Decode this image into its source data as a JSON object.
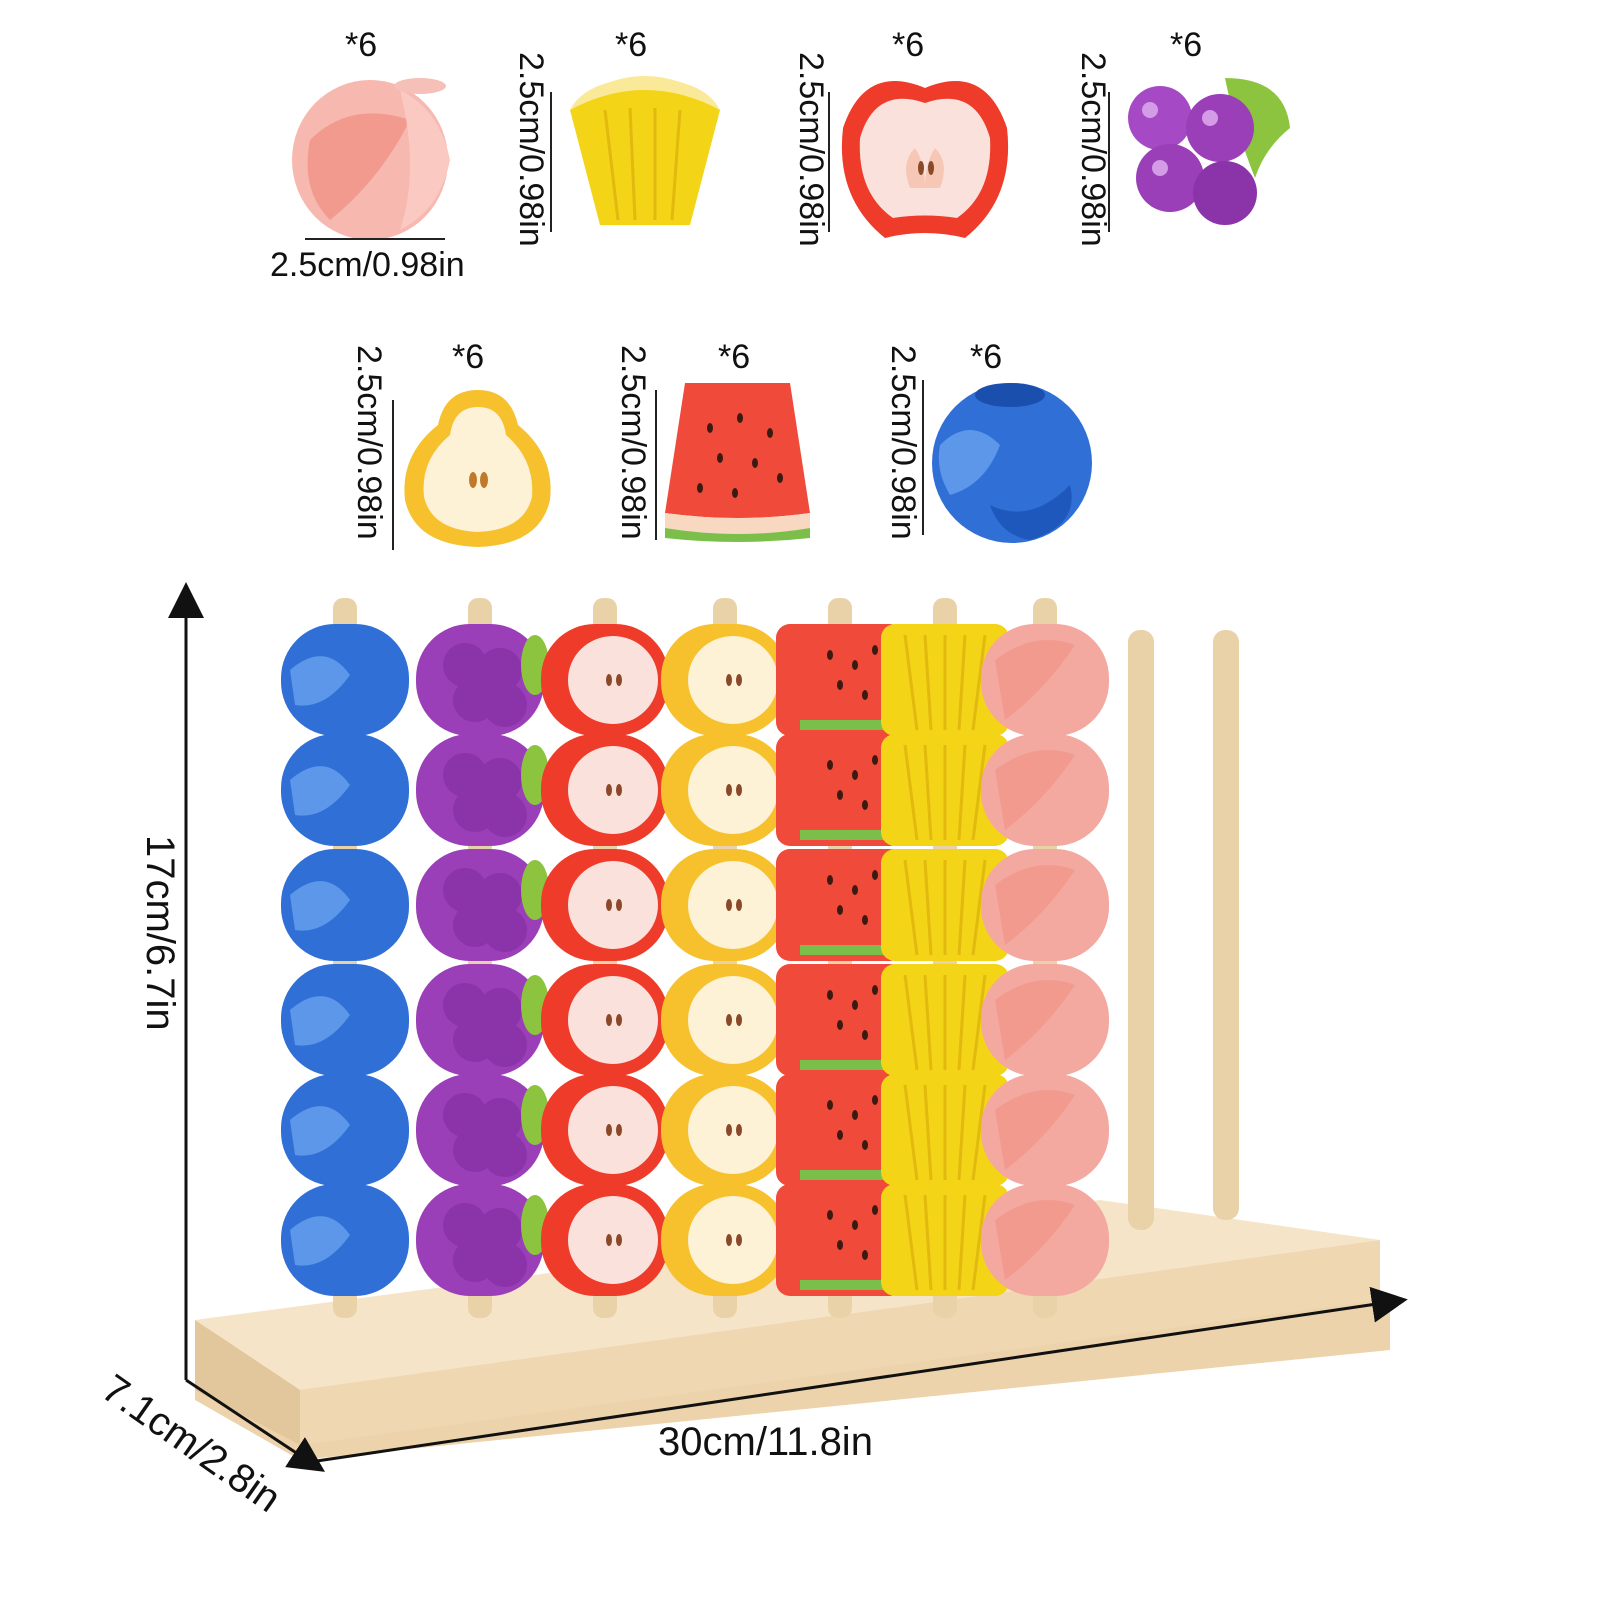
{
  "pieces_top": [
    {
      "name": "peach",
      "qty": "*6",
      "size": "2.5cm/0.98in"
    },
    {
      "name": "pineapple",
      "qty": "*6",
      "size": "2.5cm/0.98in"
    },
    {
      "name": "apple",
      "qty": "*6",
      "size": "2.5cm/0.98in"
    },
    {
      "name": "grape",
      "qty": "*6",
      "size": "2.5cm/0.98in"
    }
  ],
  "pieces_bottom": [
    {
      "name": "pear",
      "qty": "*6",
      "size": "2.5cm/0.98in"
    },
    {
      "name": "watermelon",
      "qty": "*6",
      "size": "2.5cm/0.98in"
    },
    {
      "name": "blueberry",
      "qty": "*6",
      "size": "2.5cm/0.98in"
    }
  ],
  "toy_dimensions": {
    "height": "17cm/6.7in",
    "width": "30cm/11.8in",
    "depth": "7.1cm/2.8in"
  },
  "columns": [
    "blueberry",
    "grape",
    "apple",
    "pear",
    "watermelon",
    "pineapple",
    "peach"
  ],
  "colors": {
    "blueberry": "#2f6fd6",
    "grape": "#9a3fb8",
    "apple": "#ee3b2a",
    "pear": "#f6c12d",
    "watermelon": "#ef4a3a",
    "pineapple": "#f4d416",
    "peach": "#f3a8a0",
    "wood": "#f2dfbf"
  }
}
